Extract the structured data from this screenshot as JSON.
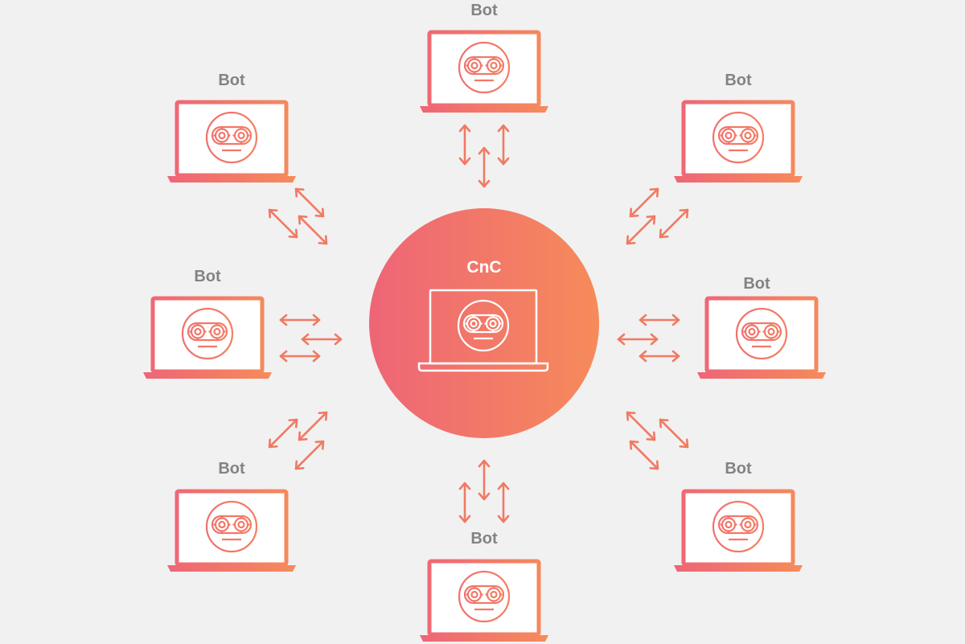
{
  "center": {
    "label": "CnC"
  },
  "bots": [
    {
      "label": "Bot"
    },
    {
      "label": "Bot"
    },
    {
      "label": "Bot"
    },
    {
      "label": "Bot"
    },
    {
      "label": "Bot"
    },
    {
      "label": "Bot"
    },
    {
      "label": "Bot"
    },
    {
      "label": "Bot"
    }
  ],
  "colors": {
    "background": "#f1f1f1",
    "gradient_start": "#ee6577",
    "gradient_end": "#f68b5a",
    "label_gray": "#838383",
    "screen": "#ffffff"
  },
  "icons": {
    "device": "laptop-icon",
    "face": "robot-face-icon",
    "link": "double-arrow-icon"
  }
}
